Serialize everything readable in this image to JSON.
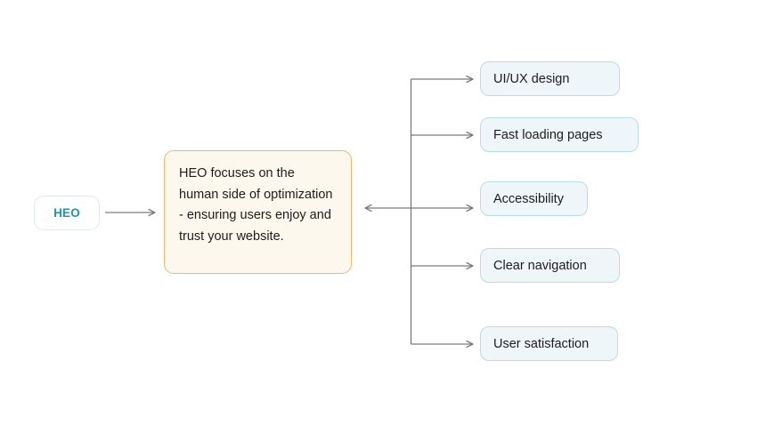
{
  "diagram": {
    "type": "flowchart",
    "orientation": "left-to-right",
    "root": {
      "label": "HEO",
      "text_color": "#1b9aaa",
      "fill": "#ffffff",
      "border_color": "#dfeaec"
    },
    "description": {
      "label": "HEO focuses on the human side of optimization - ensuring users enjoy and trust your website.",
      "fill": "#fdf8ed",
      "border_color": "#e8b86d",
      "text_color": "#1c1c1c"
    },
    "branches": [
      {
        "label": "UI/UX design"
      },
      {
        "label": "Fast loading pages"
      },
      {
        "label": "Accessibility"
      },
      {
        "label": "Clear navigation"
      },
      {
        "label": "User satisfaction"
      }
    ],
    "branch_style": {
      "fill": "#eef6f9",
      "border_color": "#b9dde6",
      "text_color": "#1c1c1c"
    },
    "connector_color": "#7a7a7a",
    "background": "#ffffff"
  }
}
